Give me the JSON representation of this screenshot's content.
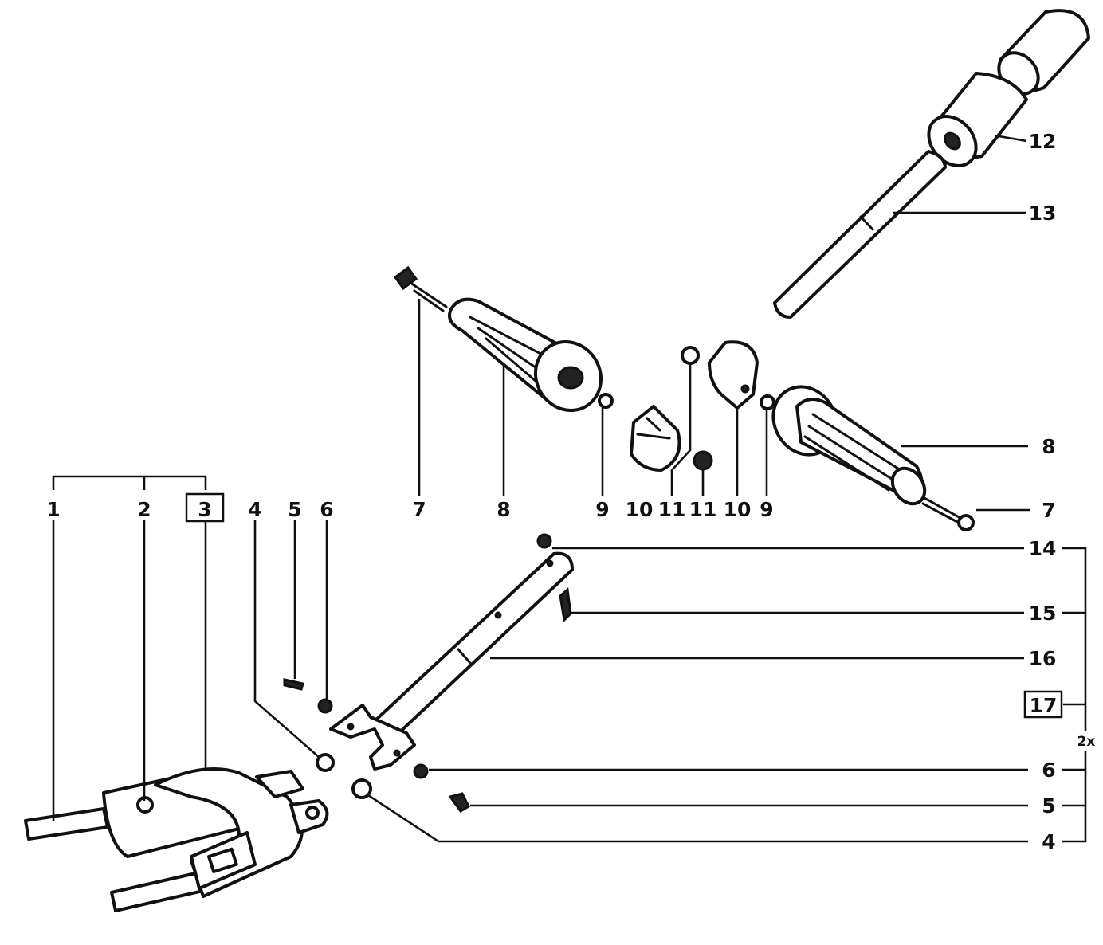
{
  "callouts": {
    "c1": "1",
    "c2": "2",
    "c3": "3",
    "c4_left": "4",
    "c5_left": "5",
    "c6_left": "6",
    "c7_left": "7",
    "c8_left": "8",
    "c9_left": "9",
    "c10_left": "10",
    "c11_left": "11",
    "c11_right": "11",
    "c10_right": "10",
    "c9_right": "9",
    "c8_right": "8",
    "c7_right": "7",
    "c12": "12",
    "c13": "13",
    "c14": "14",
    "c15": "15",
    "c16": "16",
    "c17": "17",
    "c6_right": "6",
    "c5_right": "5",
    "c4_right": "4",
    "multiplier": "2x"
  }
}
